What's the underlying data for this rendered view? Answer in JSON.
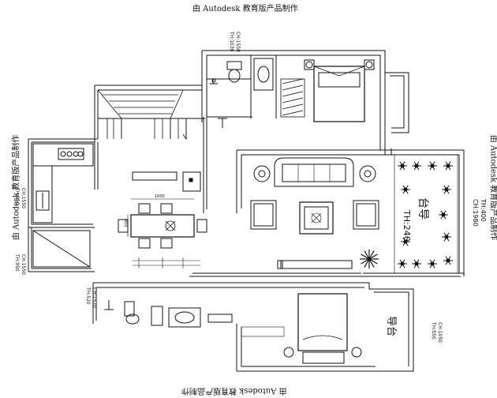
{
  "watermark": {
    "top": "由 Autodesk 教育版产品制作",
    "bottom": "由 Autodesk 教育版产品制作",
    "left": "由 Autodesk 教育版产品制作",
    "right": "由 Autodesk 教育版产品制作"
  },
  "labels": {
    "top_ch": "CH:1550",
    "top_th": "TH:1030",
    "left_ch1": "CH:1550",
    "left_th1": "TH:950",
    "left_ch2": "CH:1550",
    "left_th2": "TH:950",
    "mid_ch": "CH:1570",
    "mid_th": "TH:520",
    "right_ch": "CH:1980",
    "right_th": "TH:400",
    "br_ch": "CH:1050",
    "br_th": "TH:550",
    "living_th": "TH:240",
    "dining_dim": "1600",
    "dining_dim2": "900",
    "guide_top": "导",
    "guide_top2": "台",
    "guide_bottom": "导台"
  }
}
